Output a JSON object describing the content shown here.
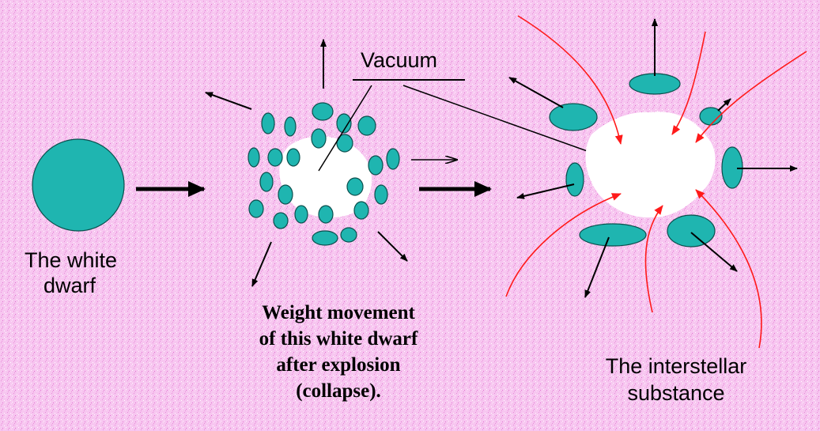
{
  "diagram": {
    "labels": {
      "white_dwarf_line1": "The white",
      "white_dwarf_line2": "dwarf",
      "vacuum": "Vacuum",
      "weight_line1": "Weight movement",
      "weight_line2": "of this white dwarf",
      "weight_line3": "after explosion",
      "weight_line4": "(collapse).",
      "interstellar_line1": "The interstellar",
      "interstellar_line2": "substance"
    },
    "colors": {
      "background": "#f7c6f0",
      "speckle": "#e88ad8",
      "fragment_fill": "#1fb5b0",
      "fragment_stroke": "#0b4f4d",
      "inflow_arrows": "#ff1a1a",
      "arrows": "#000000",
      "vacuum_region": "#ffffff"
    }
  }
}
